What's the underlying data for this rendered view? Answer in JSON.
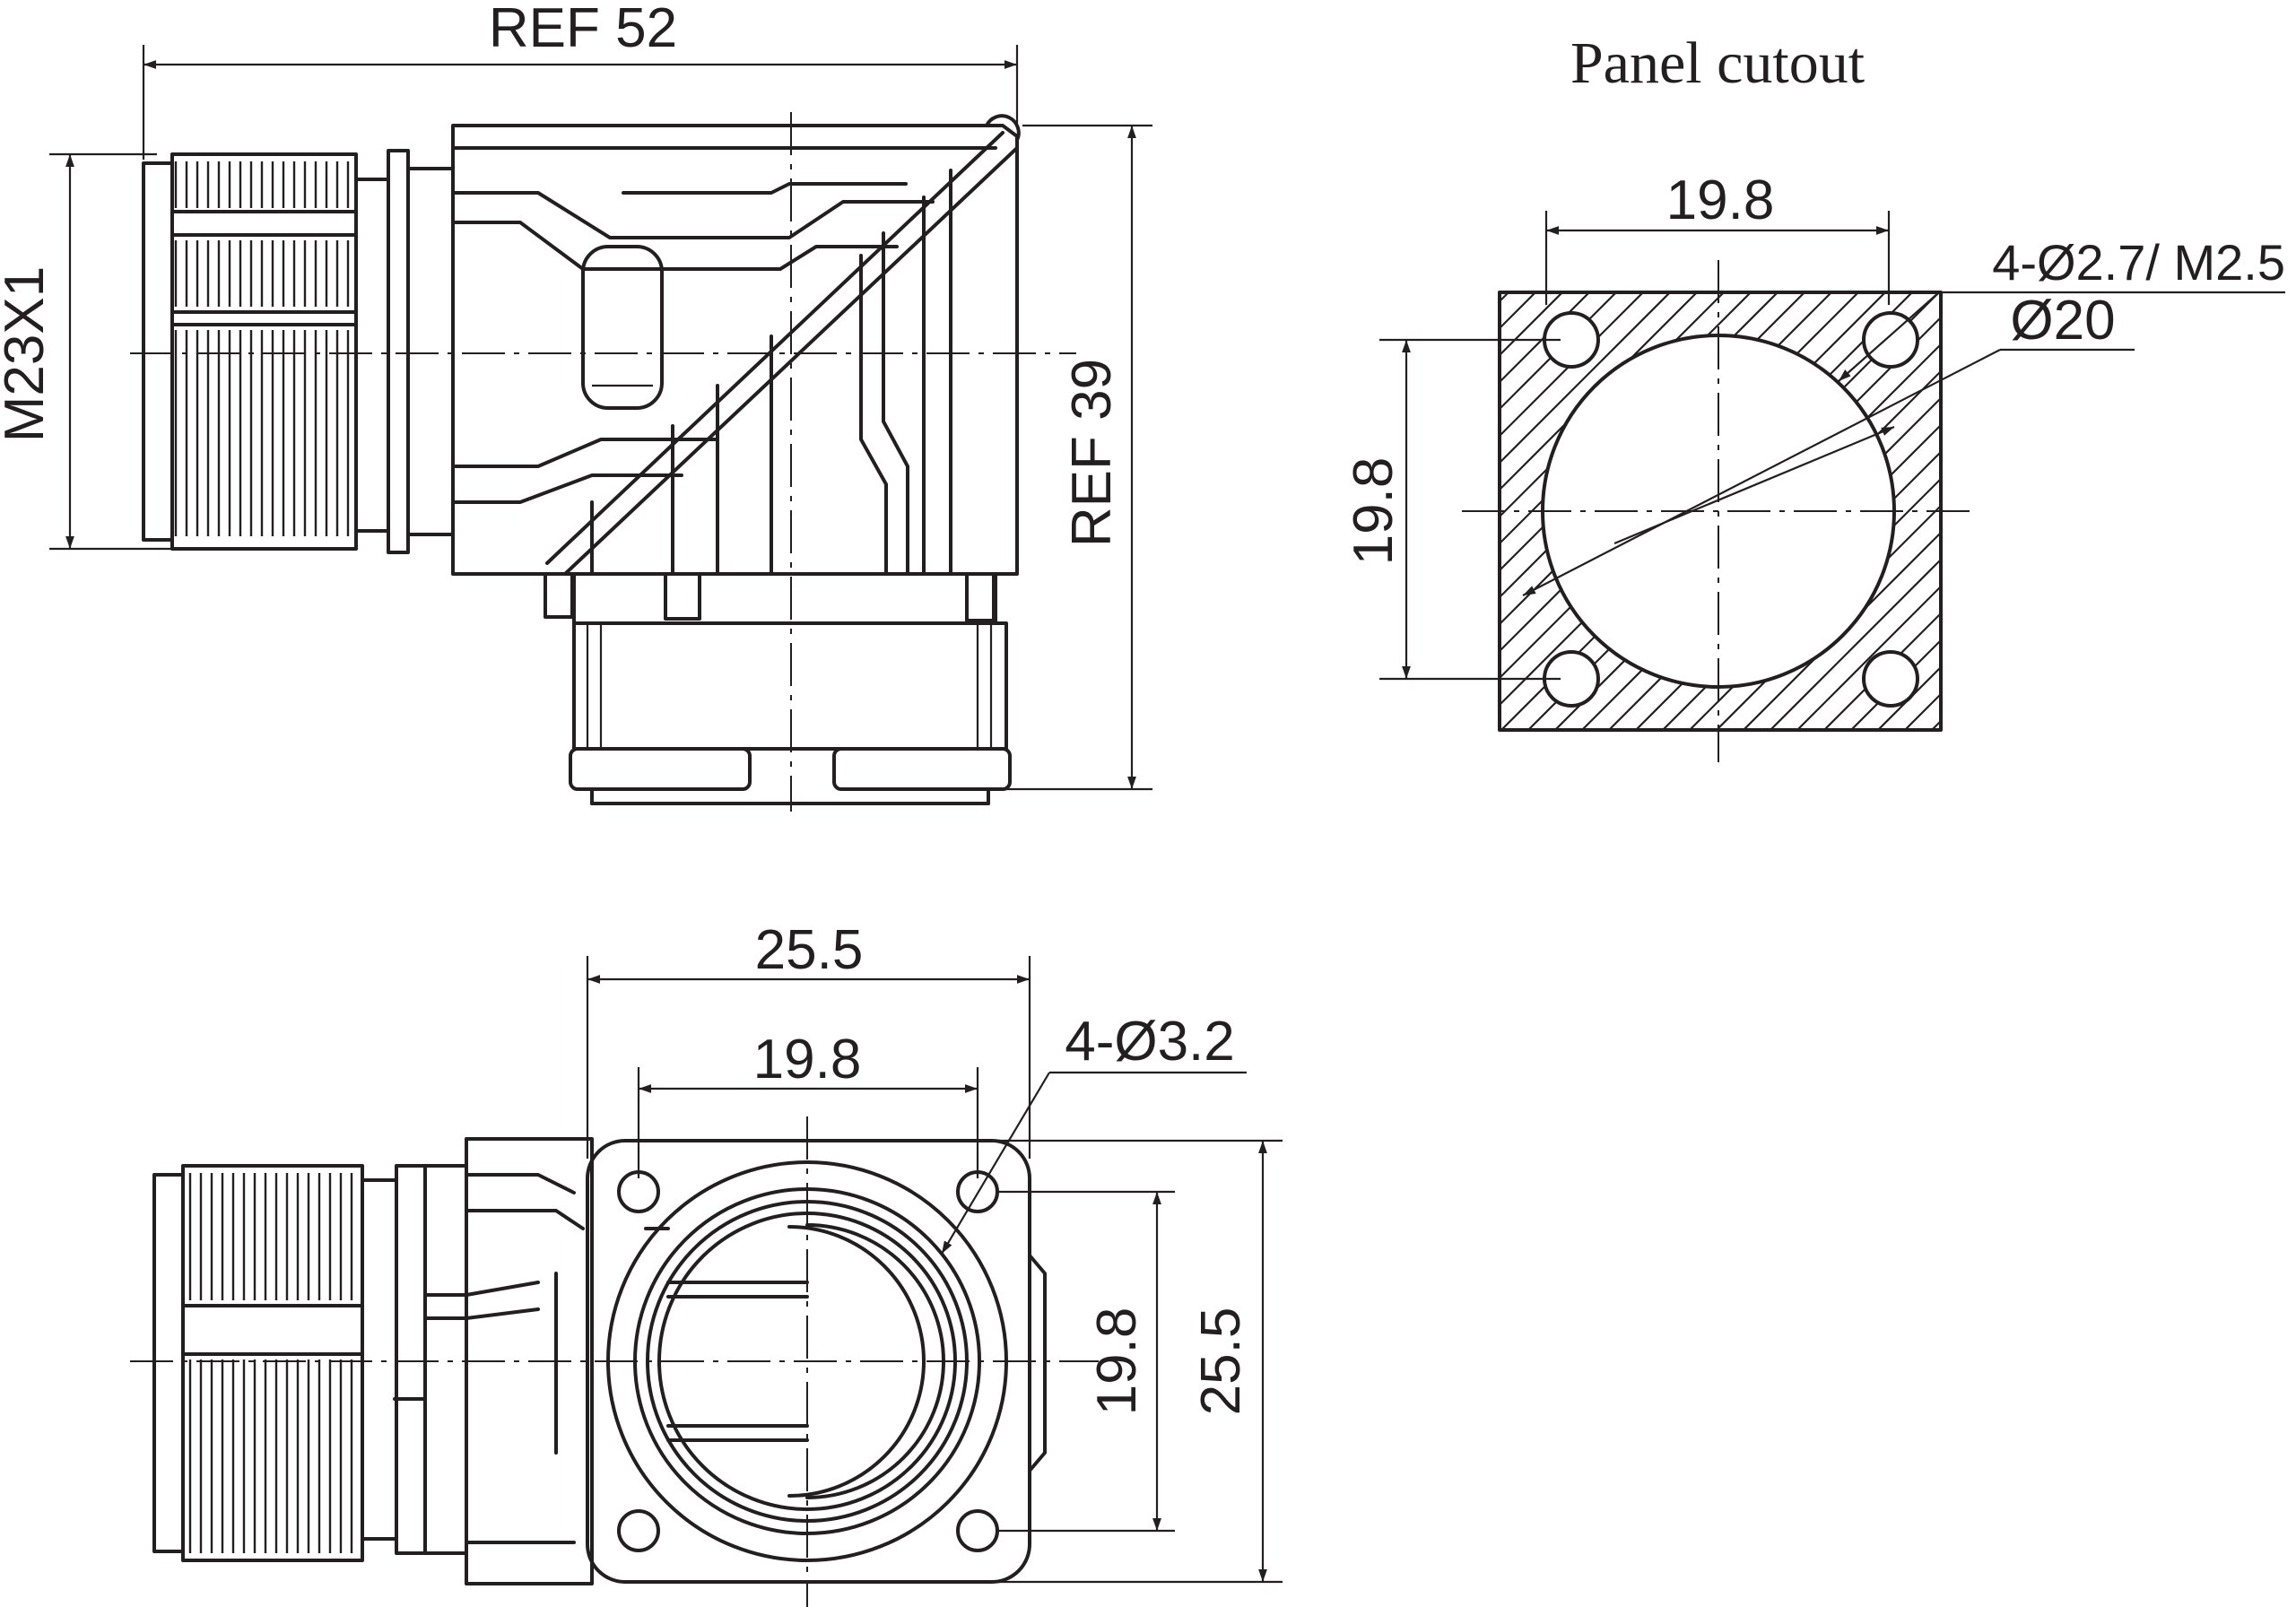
{
  "colors": {
    "ink": "#231f20",
    "background": "#ffffff"
  },
  "side_view": {
    "width_label": "REF 52",
    "height_label": "REF 39",
    "thread_label": "M23X1"
  },
  "panel_cutout": {
    "title": "Panel cutout",
    "hole_spacing_h": "19.8",
    "hole_spacing_v": "19.8",
    "hole_label": "4-Ø2.7/ M2.5",
    "bore_label": "Ø20"
  },
  "front_view": {
    "flange_width": "25.5",
    "hole_spacing_h": "19.8",
    "hole_label": "4-Ø3.2",
    "hole_spacing_v": "19.8",
    "flange_height": "25.5"
  }
}
